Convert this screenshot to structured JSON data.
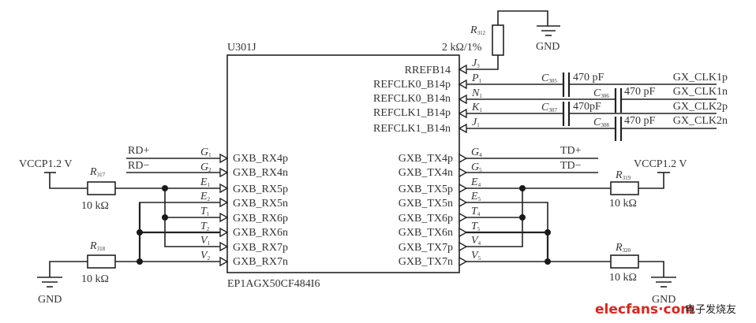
{
  "chip": {
    "ref": "U301J",
    "part": "EP1AGX50CF484I6",
    "left_pins": [
      {
        "name": "GXB_RX4p",
        "ball": "G",
        "sub": "1",
        "net": "RD+"
      },
      {
        "name": "GXB_RX4n",
        "ball": "G",
        "sub": "2",
        "net": "RD−"
      },
      {
        "name": "GXB_RX5p",
        "ball": "E",
        "sub": "1",
        "net": ""
      },
      {
        "name": "GXB_RX5n",
        "ball": "E",
        "sub": "2",
        "net": ""
      },
      {
        "name": "GXB_RX6p",
        "ball": "T",
        "sub": "1",
        "net": ""
      },
      {
        "name": "GXB_RX6n",
        "ball": "T",
        "sub": "2",
        "net": ""
      },
      {
        "name": "GXB_RX7p",
        "ball": "V",
        "sub": "1",
        "net": ""
      },
      {
        "name": "GXB_RX7n",
        "ball": "V",
        "sub": "2",
        "net": ""
      }
    ],
    "right_top_pins": [
      {
        "name": "RREFB14",
        "ball": "J",
        "sub": "3"
      },
      {
        "name": "REFCLK0_B14p",
        "ball": "P",
        "sub": "1"
      },
      {
        "name": "REFCLK0_B14n",
        "ball": "N",
        "sub": "1"
      },
      {
        "name": "REFCLK1_B14p",
        "ball": "K",
        "sub": "1"
      },
      {
        "name": "REFCLK1_B14n",
        "ball": "J",
        "sub": "1"
      }
    ],
    "right_pins": [
      {
        "name": "GXB_TX4p",
        "ball": "G",
        "sub": "4",
        "net": "TD+"
      },
      {
        "name": "GXB_TX4n",
        "ball": "G",
        "sub": "5",
        "net": "TD−"
      },
      {
        "name": "GXB_TX5p",
        "ball": "E",
        "sub": "4",
        "net": ""
      },
      {
        "name": "GXB_TX5n",
        "ball": "E",
        "sub": "5",
        "net": ""
      },
      {
        "name": "GXB_TX6p",
        "ball": "T",
        "sub": "4",
        "net": ""
      },
      {
        "name": "GXB_TX6n",
        "ball": "T",
        "sub": "5",
        "net": ""
      },
      {
        "name": "GXB_TX7p",
        "ball": "V",
        "sub": "4",
        "net": ""
      },
      {
        "name": "GXB_TX7n",
        "ball": "V",
        "sub": "5",
        "net": ""
      }
    ]
  },
  "resistors": {
    "r312": {
      "ref": "R",
      "sub": "312",
      "value": "2 kΩ/1%"
    },
    "r317": {
      "ref": "R",
      "sub": "317",
      "value": "10 kΩ"
    },
    "r318": {
      "ref": "R",
      "sub": "318",
      "value": "10 kΩ"
    },
    "r319": {
      "ref": "R",
      "sub": "319",
      "value": "10 kΩ"
    },
    "r320": {
      "ref": "R",
      "sub": "320",
      "value": "10 kΩ"
    }
  },
  "capacitors": [
    {
      "ref": "C",
      "sub": "305",
      "value": "470 pF",
      "net": "GX_CLK1p"
    },
    {
      "ref": "C",
      "sub": "306",
      "value": "470 pF",
      "net": "GX_CLK1n"
    },
    {
      "ref": "C",
      "sub": "307",
      "value": "470pF",
      "net": "GX_CLK2p"
    },
    {
      "ref": "C",
      "sub": "308",
      "value": "470 pF",
      "net": "GX_CLK2n"
    }
  ],
  "power": {
    "vccp_left": "VCCP1.2 V",
    "vccp_right": "VCCP1.2 V",
    "gnd_top": "GND",
    "gnd_left": "GND",
    "gnd_right": "GND"
  },
  "watermark": {
    "brand": "elecfans",
    "dot": "·",
    "tld": "com",
    "cn": "电子发烧友",
    "color": "#d9251c"
  }
}
